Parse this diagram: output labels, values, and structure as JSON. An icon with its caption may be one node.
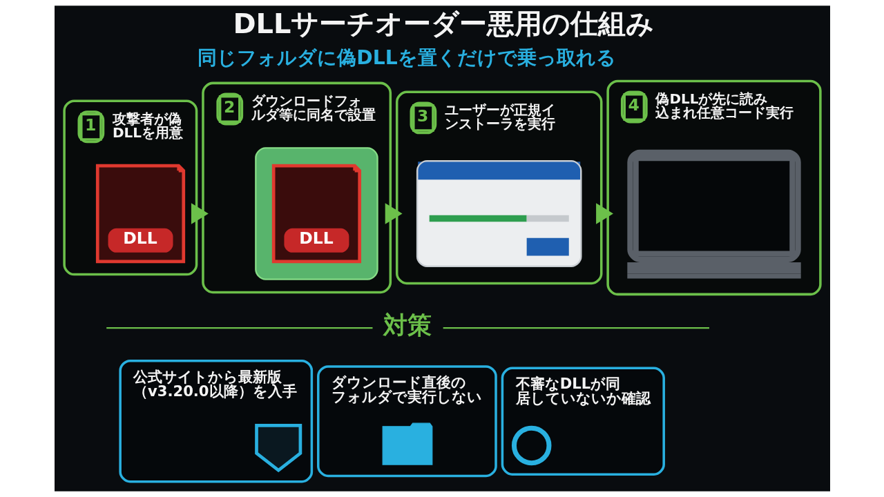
{
  "diagram": {
    "title": "DLLサーチオーダー悪用の仕組み",
    "nodes": [
      {
        "text": [
          "1",
          "攻撃者が偽DLLを用意"
        ]
      },
      {
        "text": [
          "DLL"
        ],
        "in": 0
      },
      {
        "text": [
          "2",
          "ダウンロードフォルダ等に同名で設置"
        ]
      },
      {
        "text": [],
        "shape": "folder",
        "in": 2
      },
      {
        "text": [
          "DLL"
        ],
        "in": 3
      },
      {
        "text": [
          "3",
          "ユーザーが正規インストーラを実行"
        ]
      },
      {
        "text": [],
        "shape": "picture",
        "in": 5
      },
      {
        "text": [
          "4",
          "偽DLLが先に読み込まれ任意コード実行"
        ]
      },
      {
        "text": [],
        "shape": "picture",
        "in": 7
      },
      {
        "text": [
          "公式サイトから最新版（v3.20.0以降）を入手"
        ]
      },
      {
        "text": [],
        "shape": "shield",
        "in": 9
      },
      {
        "text": [
          "ダウンロード直後のフォルダで実行しない"
        ]
      },
      {
        "text": [],
        "shape": "folder",
        "in": 11
      },
      {
        "text": [
          "不審なDLLが同居していないか確認"
        ]
      },
      {
        "text": [],
        "shape": "circle",
        "in": 13
      }
    ],
    "edges": [
      {
        "from": 0,
        "to": 2,
        "arrow": "to"
      },
      {
        "from": 2,
        "to": 5,
        "arrow": "to"
      },
      {
        "from": 5,
        "to": 7,
        "arrow": "to"
      }
    ],
    "labels": [
      "同じフォルダに偽DLLを置くだけで乗っ取れる",
      "対策"
    ]
  }
}
